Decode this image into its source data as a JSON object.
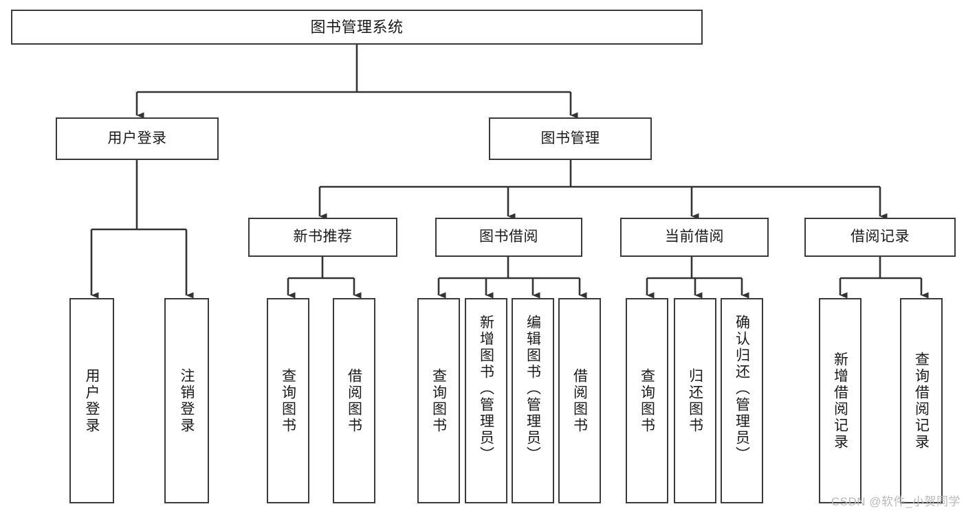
{
  "diagram": {
    "title": "图书管理系统",
    "type": "tree-hierarchy-chart",
    "watermark": "CSDN @软件_小贺同学",
    "colors": {
      "background": "#ffffff",
      "box_border": "#3a3a3a",
      "box_fill": "#ffffff",
      "text": "#1a1a1a",
      "edge": "#333333",
      "watermark": "#b9b9b9"
    },
    "nodes": {
      "root": {
        "label": "图书管理系统"
      },
      "level2": [
        {
          "label": "用户登录"
        },
        {
          "label": "图书管理"
        }
      ],
      "level3": [
        {
          "label": "新书推荐"
        },
        {
          "label": "图书借阅"
        },
        {
          "label": "当前借阅"
        },
        {
          "label": "借阅记录"
        }
      ],
      "leaves": {
        "user_login": [
          {
            "label": "用户登录"
          },
          {
            "label": "注销登录"
          }
        ],
        "new_book_recommend": [
          {
            "label": "查询图书"
          },
          {
            "label": "借阅图书"
          }
        ],
        "book_borrow": [
          {
            "label": "查询图书"
          },
          {
            "label": "新增图书（管理员）"
          },
          {
            "label": "编辑图书（管理员）"
          },
          {
            "label": "借阅图书"
          }
        ],
        "current_borrow": [
          {
            "label": "查询图书"
          },
          {
            "label": "归还图书"
          },
          {
            "label": "确认归还（管理员）"
          }
        ],
        "borrow_record": [
          {
            "label": "新增借阅记录"
          },
          {
            "label": "查询借阅记录"
          }
        ]
      }
    }
  }
}
